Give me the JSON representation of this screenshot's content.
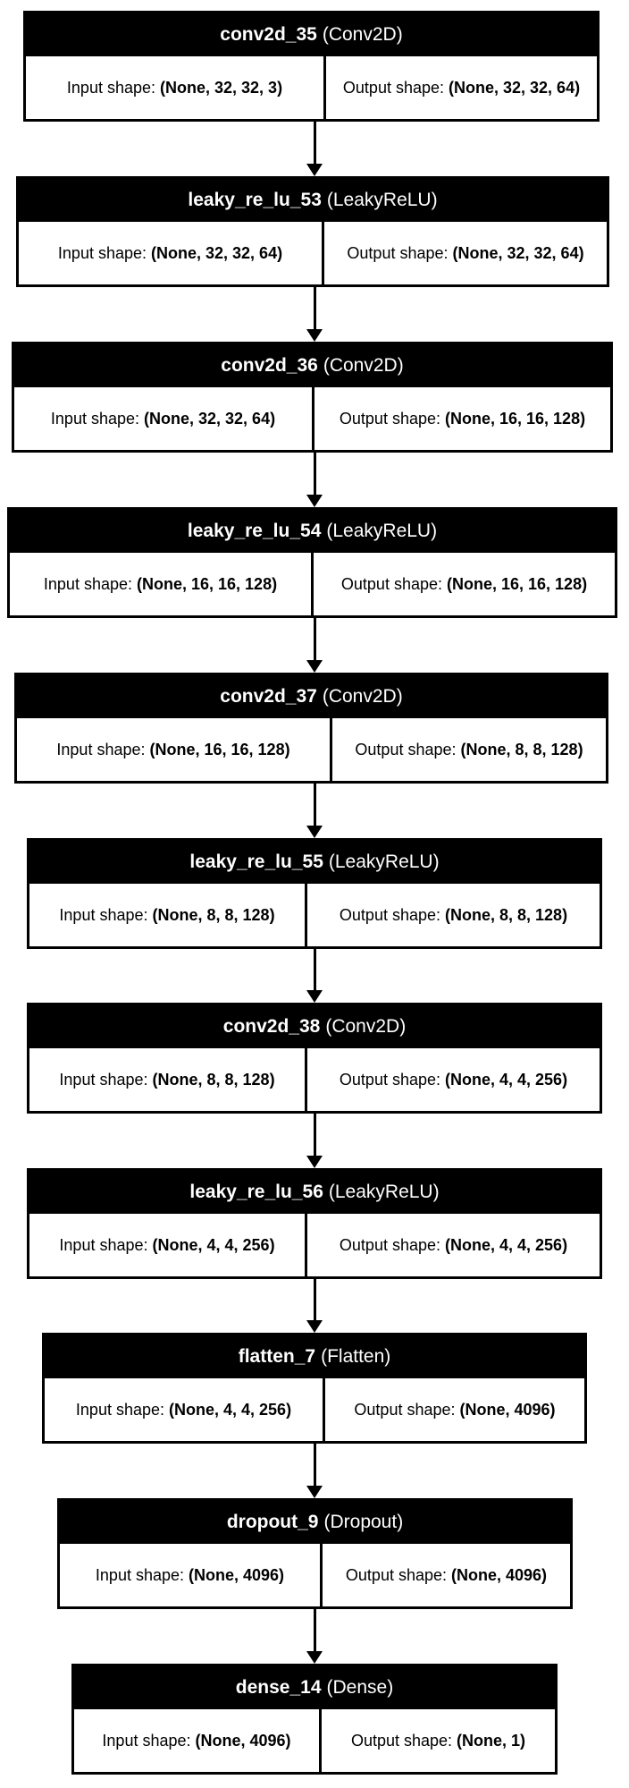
{
  "labels": {
    "input_prefix": "Input shape:",
    "output_prefix": "Output shape:"
  },
  "layers": [
    {
      "name": "conv2d_35",
      "type": "(Conv2D)",
      "input_shape": "(None, 32, 32, 3)",
      "output_shape": "(None, 32, 32, 64)"
    },
    {
      "name": "leaky_re_lu_53",
      "type": "(LeakyReLU)",
      "input_shape": "(None, 32, 32, 64)",
      "output_shape": "(None, 32, 32, 64)"
    },
    {
      "name": "conv2d_36",
      "type": "(Conv2D)",
      "input_shape": "(None, 32, 32, 64)",
      "output_shape": "(None, 16, 16, 128)"
    },
    {
      "name": "leaky_re_lu_54",
      "type": "(LeakyReLU)",
      "input_shape": "(None, 16, 16, 128)",
      "output_shape": "(None, 16, 16, 128)"
    },
    {
      "name": "conv2d_37",
      "type": "(Conv2D)",
      "input_shape": "(None, 16, 16, 128)",
      "output_shape": "(None, 8, 8, 128)"
    },
    {
      "name": "leaky_re_lu_55",
      "type": "(LeakyReLU)",
      "input_shape": "(None, 8, 8, 128)",
      "output_shape": "(None, 8, 8, 128)"
    },
    {
      "name": "conv2d_38",
      "type": "(Conv2D)",
      "input_shape": "(None, 8, 8, 128)",
      "output_shape": "(None, 4, 4, 256)"
    },
    {
      "name": "leaky_re_lu_56",
      "type": "(LeakyReLU)",
      "input_shape": "(None, 4, 4, 256)",
      "output_shape": "(None, 4, 4, 256)"
    },
    {
      "name": "flatten_7",
      "type": "(Flatten)",
      "input_shape": "(None, 4, 4, 256)",
      "output_shape": "(None, 4096)"
    },
    {
      "name": "dropout_9",
      "type": "(Dropout)",
      "input_shape": "(None, 4096)",
      "output_shape": "(None, 4096)"
    },
    {
      "name": "dense_14",
      "type": "(Dense)",
      "input_shape": "(None, 4096)",
      "output_shape": "(None, 1)"
    }
  ]
}
